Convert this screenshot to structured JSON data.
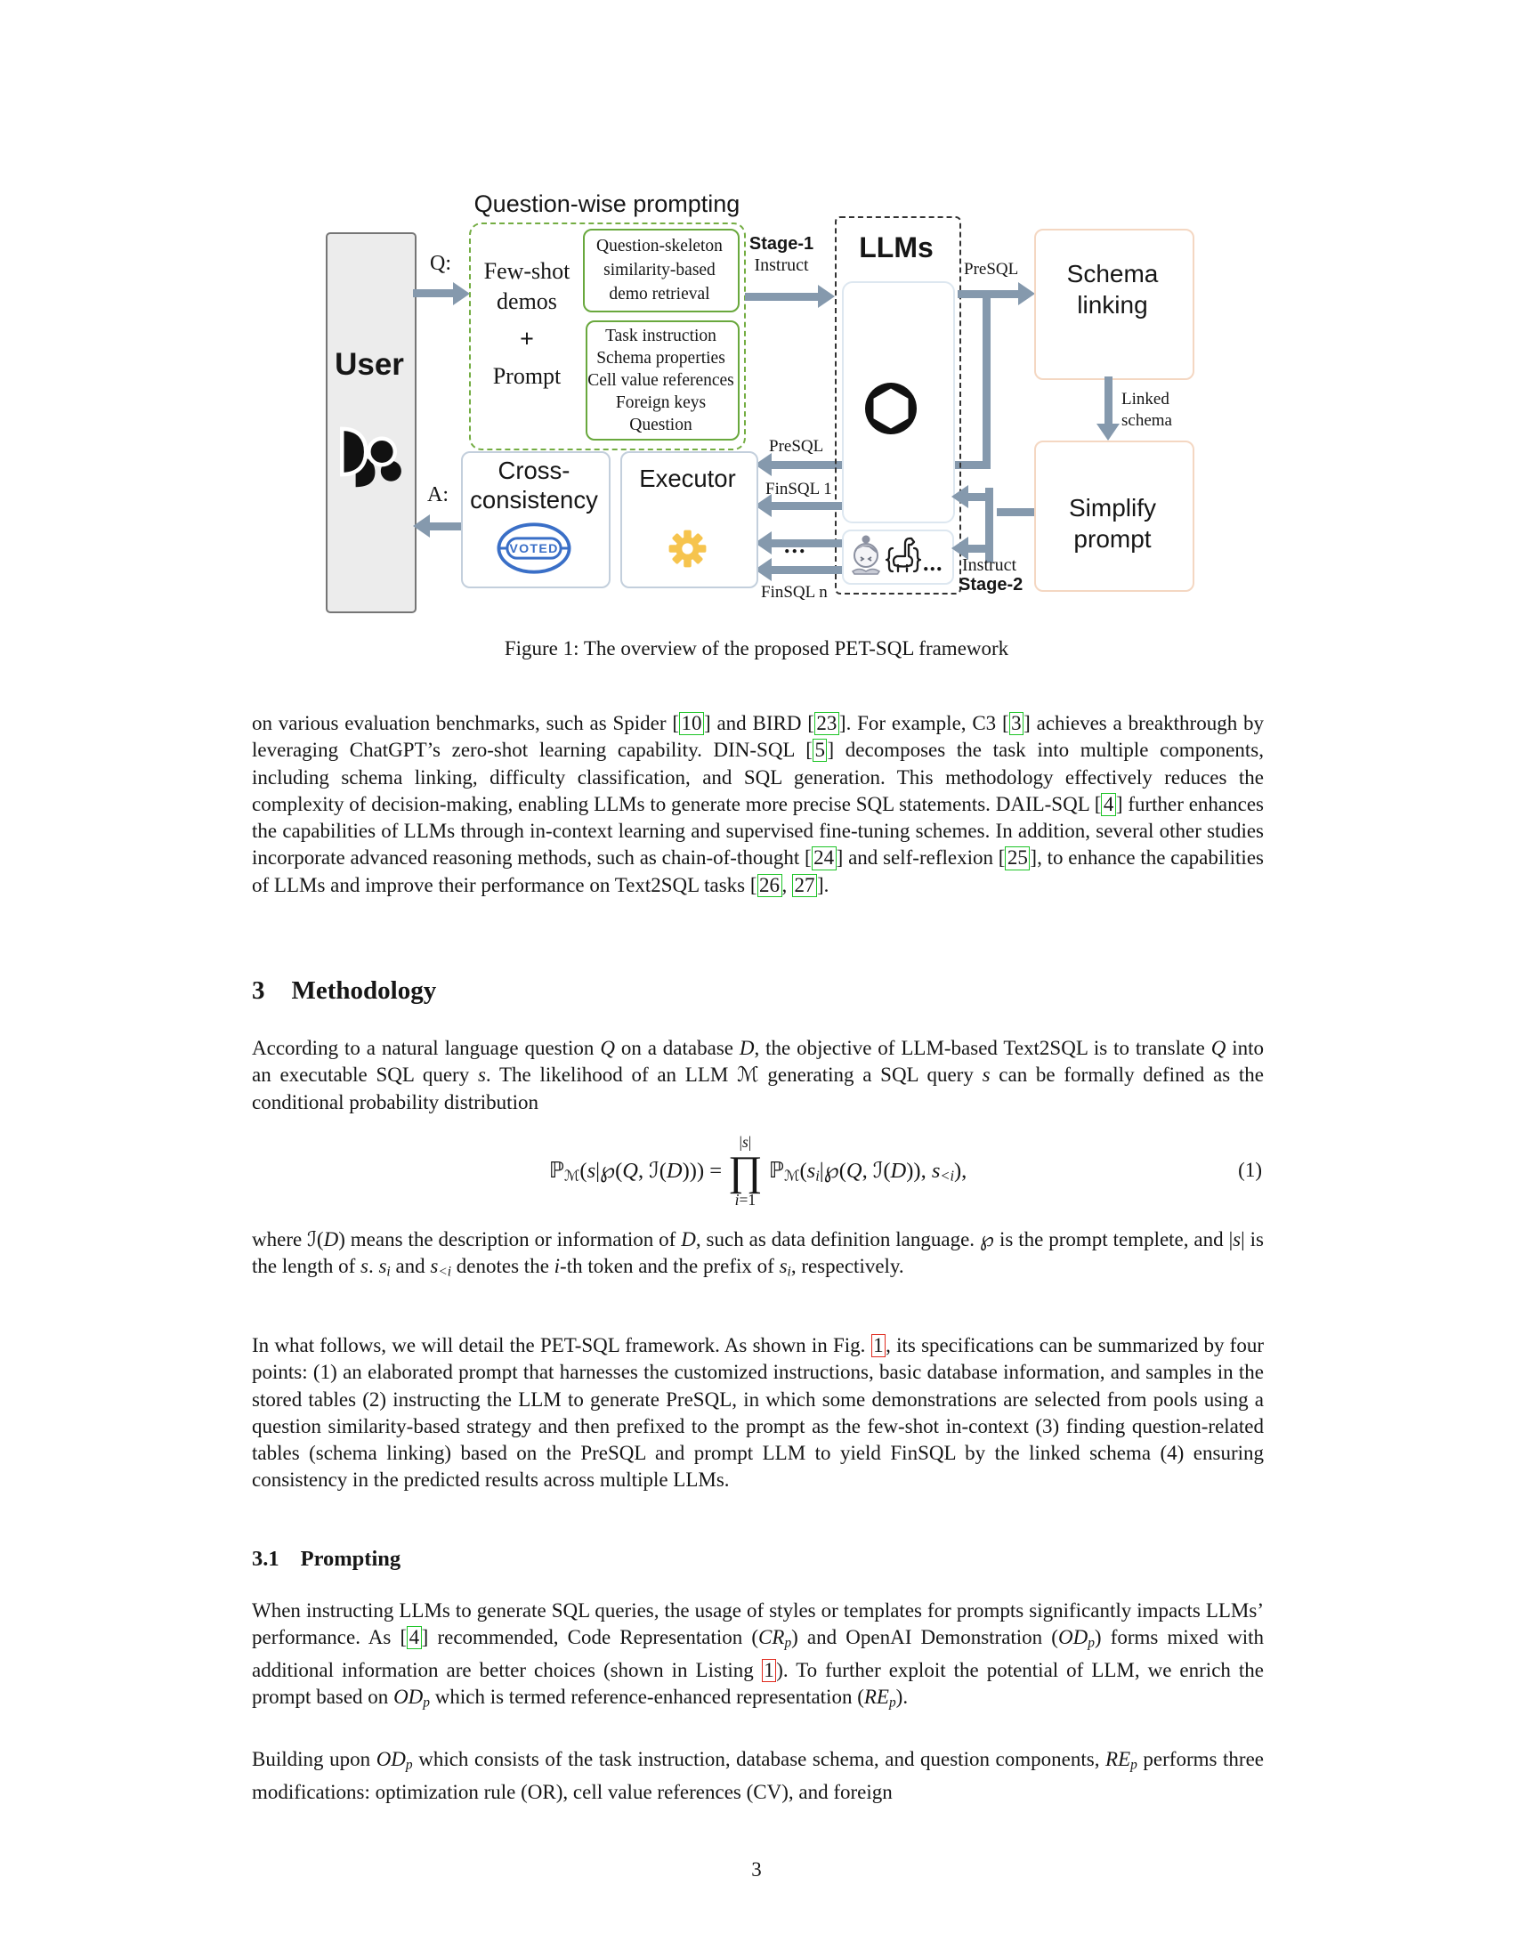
{
  "page": {
    "number": "3"
  },
  "figure": {
    "caption": "Figure 1: The overview of the proposed PET-SQL framework",
    "labels": {
      "question_wise": "Question-wise prompting",
      "user": "User",
      "q": "Q:",
      "a": "A:",
      "few_shot": "Few-shot\ndemos",
      "plus": "+",
      "prompt": "Prompt",
      "demo_box": "Question-skeleton\nsimilarity-based\ndemo retrieval",
      "prompt_box": "Task instruction\nSchema properties\nCell value references\nForeign keys\nQuestion",
      "stage1": "Stage-1",
      "instruct1": "Instruct",
      "llms": "LLMs",
      "presql_out": "PreSQL",
      "schema_linking": "Schema\nlinking",
      "linked_schema": "Linked\nschema",
      "simplify_prompt": "Simplify\nprompt",
      "instruct2": "Instruct",
      "stage2": "Stage-2",
      "presql_in": "PreSQL",
      "finsql_1": "FinSQL 1",
      "finsql_n": "FinSQL n",
      "dots_arrows": "...",
      "dots_models": "...",
      "cross_consistency": "Cross-\nconsistency",
      "executor": "Executor",
      "voted": "VOTED"
    },
    "colors": {
      "arrow": "#8599ad",
      "green_dash": "#74ad43",
      "green_box": "#69a83d",
      "peach_border": "#f4d7c2",
      "blue_border": "#c3cfdc",
      "voted_blue": "#3a6fc7",
      "gear_yellow": "#f6c44e",
      "cite_green": "#1dc427",
      "ref_red": "#e02a1e"
    }
  },
  "sections": {
    "methodology": {
      "number": "3",
      "title": "Methodology"
    },
    "prompting": {
      "number": "3.1",
      "title": "Prompting"
    }
  },
  "paragraphs": {
    "p1": [
      {
        "v": "on various evaluation benchmarks, such as Spider ["
      },
      {
        "v": "10",
        "c": "cg"
      },
      {
        "v": "] and BIRD ["
      },
      {
        "v": "23",
        "c": "cg"
      },
      {
        "v": "]. For example, C3 ["
      },
      {
        "v": "3",
        "c": "cg"
      },
      {
        "v": "] achieves a breakthrough by leveraging ChatGPT’s zero-shot learning capability. DIN-SQL ["
      },
      {
        "v": "5",
        "c": "cg"
      },
      {
        "v": "] decomposes the task into multiple components, including schema linking, difficulty classification, and SQL generation. This methodology effectively reduces the complexity of decision-making, enabling LLMs to generate more precise SQL statements. DAIL-SQL ["
      },
      {
        "v": "4",
        "c": "cg"
      },
      {
        "v": "] further enhances the capabilities of LLMs through in-context learning and supervised fine-tuning schemes. In addition, several other studies incorporate advanced reasoning methods, such as chain-of-thought ["
      },
      {
        "v": "24",
        "c": "cg"
      },
      {
        "v": "] and self-reflexion ["
      },
      {
        "v": "25",
        "c": "cg"
      },
      {
        "v": "], to enhance the capabilities of LLMs and improve their performance on Text2SQL tasks ["
      },
      {
        "v": "26",
        "c": "cg"
      },
      {
        "v": ", "
      },
      {
        "v": "27",
        "c": "cg"
      },
      {
        "v": "]."
      }
    ],
    "p2": [
      {
        "v": "According to a natural language question "
      },
      {
        "v": "Q",
        "c": "mi"
      },
      {
        "v": " on a database "
      },
      {
        "v": "D",
        "c": "mi"
      },
      {
        "v": ", the objective of LLM-based Text2SQL is to translate "
      },
      {
        "v": "Q",
        "c": "mi"
      },
      {
        "v": " into an executable SQL query "
      },
      {
        "v": "s",
        "c": "mi"
      },
      {
        "v": ". The likelihood of an LLM ℳ generating a SQL query "
      },
      {
        "v": "s",
        "c": "mi"
      },
      {
        "v": " can be formally defined as the conditional probability distribution"
      }
    ],
    "p3": [
      {
        "v": "where ℐ("
      },
      {
        "v": "D",
        "c": "mi"
      },
      {
        "v": ") means the description or information of "
      },
      {
        "v": "D",
        "c": "mi"
      },
      {
        "v": ", such as data definition language. ℘ is the prompt templete, and |"
      },
      {
        "v": "s",
        "c": "mi"
      },
      {
        "v": "| is the length of "
      },
      {
        "v": "s",
        "c": "mi"
      },
      {
        "v": ". "
      },
      {
        "v": "s",
        "c": "mi"
      },
      {
        "v": "i",
        "c": "sub"
      },
      {
        "v": " and "
      },
      {
        "v": "s",
        "c": "mi"
      },
      {
        "v": "<i",
        "c": "sub"
      },
      {
        "v": " denotes the "
      },
      {
        "v": "i",
        "c": "mi"
      },
      {
        "v": "-th token and the prefix of "
      },
      {
        "v": "s",
        "c": "mi"
      },
      {
        "v": "i",
        "c": "sub"
      },
      {
        "v": ", respectively."
      }
    ],
    "p4": [
      {
        "v": "In what follows, we will detail the PET-SQL framework. As shown in Fig. "
      },
      {
        "v": "1",
        "c": "cr"
      },
      {
        "v": ", its specifications can be summarized by four points: (1) an elaborated prompt that harnesses the customized instructions, basic database information, and samples in the stored tables (2) instructing the LLM to generate PreSQL, in which some demonstrations are selected from pools using a question similarity-based strategy and then prefixed to the prompt as the few-shot in-context (3) finding question-related tables (schema linking) based on the PreSQL and prompt LLM to yield FinSQL by the linked schema (4) ensuring consistency in the predicted results across multiple LLMs."
      }
    ],
    "p5": [
      {
        "v": "When instructing LLMs to generate SQL queries, the usage of styles or templates for prompts significantly impacts LLMs’ performance. As ["
      },
      {
        "v": "4",
        "c": "cg"
      },
      {
        "v": "] recommended, Code Representation ("
      },
      {
        "v": "CR",
        "c": "mi"
      },
      {
        "v": "p",
        "c": "sub"
      },
      {
        "v": ") and OpenAI Demonstration ("
      },
      {
        "v": "OD",
        "c": "mi"
      },
      {
        "v": "p",
        "c": "sub"
      },
      {
        "v": ") forms mixed with additional information are better choices (shown in Listing "
      },
      {
        "v": "1",
        "c": "cr"
      },
      {
        "v": "). To further exploit the potential of LLM, we enrich the prompt based on "
      },
      {
        "v": "OD",
        "c": "mi"
      },
      {
        "v": "p",
        "c": "sub"
      },
      {
        "v": " which is termed reference-enhanced representation ("
      },
      {
        "v": "RE",
        "c": "mi"
      },
      {
        "v": "p",
        "c": "sub"
      },
      {
        "v": ")."
      }
    ],
    "p6": [
      {
        "v": "Building upon "
      },
      {
        "v": "OD",
        "c": "mi"
      },
      {
        "v": "p",
        "c": "sub"
      },
      {
        "v": " which consists of the task instruction, database schema, and question components, "
      },
      {
        "v": "RE",
        "c": "mi"
      },
      {
        "v": "p",
        "c": "sub"
      },
      {
        "v": " performs three modifications: optimization rule (OR), cell value references (CV), and foreign"
      }
    ]
  },
  "equation": {
    "lhs": [
      {
        "v": "ℙ"
      },
      {
        "v": "ℳ",
        "c": "sub"
      },
      {
        "v": "("
      },
      {
        "v": "s",
        "c": "mi"
      },
      {
        "v": "|℘("
      },
      {
        "v": "Q",
        "c": "mi"
      },
      {
        "v": ", ℐ("
      },
      {
        "v": "D",
        "c": "mi"
      },
      {
        "v": "))) = "
      }
    ],
    "prod_top": [
      {
        "v": "|"
      },
      {
        "v": "s",
        "c": "mi"
      },
      {
        "v": "|"
      }
    ],
    "prod_sym": "∏",
    "prod_bottom": [
      {
        "v": "i",
        "c": "mi"
      },
      {
        "v": "=1"
      }
    ],
    "rhs": [
      {
        "v": "ℙ"
      },
      {
        "v": "ℳ",
        "c": "sub"
      },
      {
        "v": "("
      },
      {
        "v": "s",
        "c": "mi"
      },
      {
        "v": "i",
        "c": "sub"
      },
      {
        "v": "|℘("
      },
      {
        "v": "Q",
        "c": "mi"
      },
      {
        "v": ", ℐ("
      },
      {
        "v": "D",
        "c": "mi"
      },
      {
        "v": ")), "
      },
      {
        "v": "s",
        "c": "mi"
      },
      {
        "v": "<i",
        "c": "sub"
      },
      {
        "v": "),"
      }
    ],
    "number": "(1)"
  }
}
